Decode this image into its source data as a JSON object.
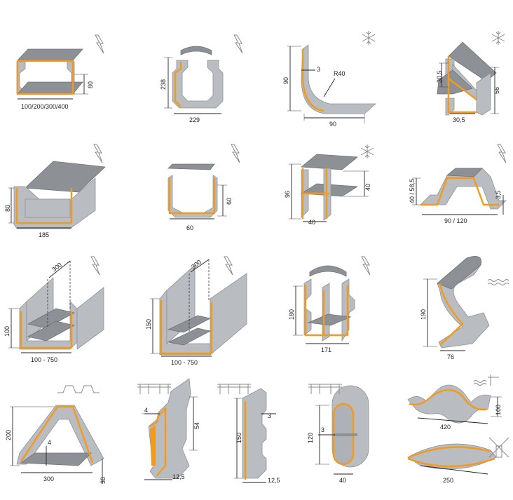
{
  "dimensions": {
    "p1_height": "80",
    "p1_width": "100/200/300/400",
    "p2_height": "238",
    "p2_width": "229",
    "p3_height": "90",
    "p3_width": "90",
    "p3_thickness": "3",
    "p3_radius": "R40",
    "p4_height": "56",
    "p4_upper": "30,5",
    "p4_lower": "30,5",
    "p5_height": "80",
    "p5_width": "185",
    "p6_height": "60",
    "p6_width": "60",
    "p7_height": "96",
    "p7_right": "40",
    "p7_width": "40",
    "p8_height": "40 / 58,5",
    "p8_lip": "3,5",
    "p8_width": "90 / 120",
    "p9_depth": "300",
    "p9_height": "100",
    "p9_width": "100 - 750",
    "p10_depth": "300",
    "p10_height": "150",
    "p10_width": "100 - 750",
    "p11_height": "180",
    "p11_width": "171",
    "p12_height": "190",
    "p12_width": "76",
    "p13_height": "200",
    "p13_inner": "4",
    "p13_width": "300",
    "p13_foot": "30",
    "p14_thickness": "4",
    "p14_height": "54",
    "p14_width": "12,5",
    "p15_thickness": "3",
    "p15_height": "150",
    "p15_width": "12,5",
    "p16_thickness": "3",
    "p16_height": "120",
    "p16_width": "40",
    "p17_height": "100",
    "p17_width": "420",
    "p18_width": "250"
  },
  "icons": {
    "lightning": "lightning-icon",
    "snowflake": "snowflake-icon",
    "water": "water-icon",
    "railing": "railing-icon",
    "trapezoid_deck": "deck-profile-icon",
    "windmill": "windmill-icon",
    "water_wall": "water-wall-icon"
  },
  "colors": {
    "profile_fill": "#b9bcc0",
    "profile_top": "#8d9196",
    "edge_accent": "#f39a1e"
  }
}
